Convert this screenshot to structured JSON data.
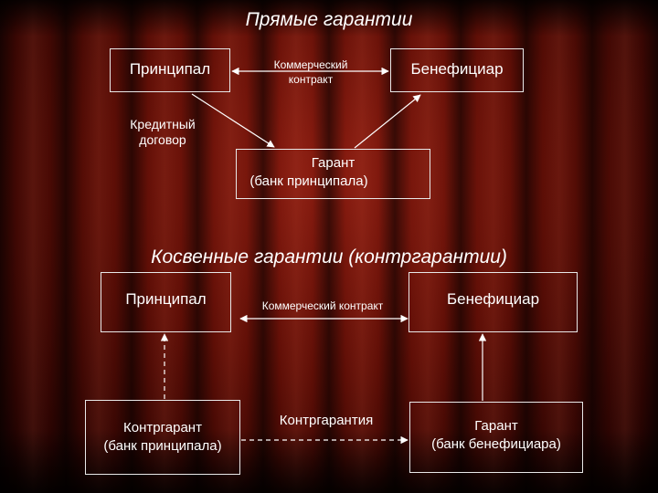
{
  "direct": {
    "title": "Прямые гарантии",
    "principal": "Принципал",
    "commercial_contract_line1": "Коммерческий",
    "commercial_contract_line2": "контракт",
    "beneficiary": "Бенефициар",
    "credit_agreement_line1": "Кредитный",
    "credit_agreement_line2": "договор",
    "guarantor_line1": "Гарант",
    "guarantor_line2": "(банк принципала)"
  },
  "indirect": {
    "title": "Косвенные гарантии (контргарантии)",
    "principal": "Принципал",
    "commercial_contract": "Коммерческий контракт",
    "beneficiary": "Бенефициар",
    "counter_guarantor_line1": "Контргарант",
    "counter_guarantor_line2": "(банк принципала)",
    "counter_guarantee": "Контргарантия",
    "guarantor_line1": "Гарант",
    "guarantor_line2": "(банк бенефициара)"
  }
}
